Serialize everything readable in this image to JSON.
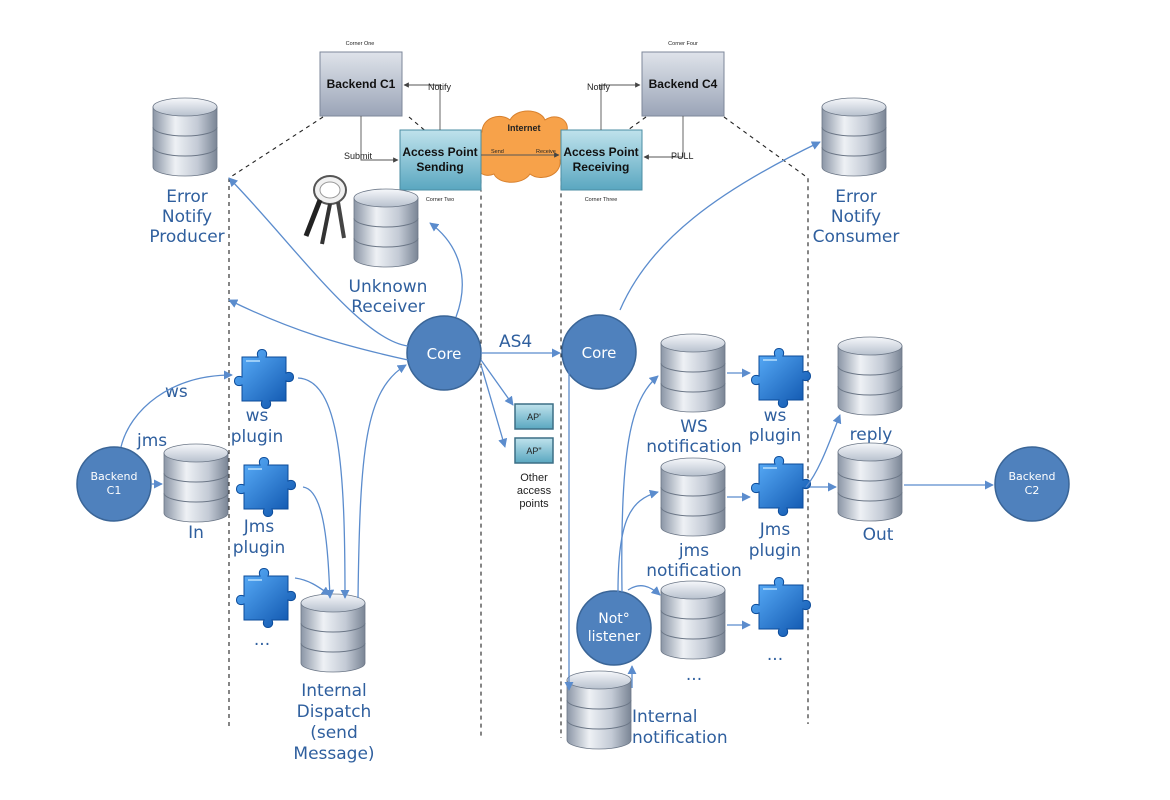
{
  "corners": {
    "backend_c1": "Backend C1",
    "backend_c4": "Backend C4",
    "ap_sending_line1": "Access Point",
    "ap_sending_line2": "Sending",
    "ap_receiving_line1": "Access Point",
    "ap_receiving_line2": "Receiving",
    "internet": "Internet",
    "corner_one": "Corner One",
    "corner_two": "Corner Two",
    "corner_three": "Corner Three",
    "corner_four": "Corner Four",
    "notify_left": "Notify",
    "notify_right": "Notify",
    "submit": "Submit",
    "send": "Send",
    "receive": "Receive",
    "pull": "PULL"
  },
  "nodes": {
    "error_producer": [
      "Error",
      "Notify",
      "Producer"
    ],
    "error_consumer": [
      "Error",
      "Notify",
      "Consumer"
    ],
    "unknown_receiver": [
      "Unknown",
      "Receiver"
    ],
    "core_left": "Core",
    "core_right": "Core",
    "as4": "AS4",
    "backend_c1": [
      "Backend",
      "C1"
    ],
    "backend_c2": [
      "Backend",
      "C2"
    ],
    "ws_edge": "ws",
    "jms_edge": "jms",
    "in": "In",
    "ws_plugin_left": [
      "ws",
      "plugin"
    ],
    "jms_plugin_left": [
      "Jms",
      "plugin"
    ],
    "ellipsis_left": "...",
    "internal_dispatch": [
      "Internal",
      "Dispatch",
      "(send",
      "Message)"
    ],
    "ap_prime": "AP'",
    "ap_double_prime": "AP\"",
    "other_access_points": [
      "Other",
      "access",
      "points"
    ],
    "ws_notification": [
      "WS",
      "notification"
    ],
    "jms_notification": [
      "jms",
      "notification"
    ],
    "ellipsis_notification": "...",
    "ws_plugin_right": [
      "ws",
      "plugin"
    ],
    "jms_plugin_right": [
      "Jms",
      "plugin"
    ],
    "ellipsis_right": "...",
    "not_listener": [
      "Not°",
      "listener"
    ],
    "internal_notification": [
      "Internal",
      "notification"
    ],
    "reply": "reply",
    "out": "Out"
  },
  "colors": {
    "label_blue": "#2f5f9e",
    "circle_blue": "#4f81bd",
    "arrow_blue": "#5b8ccd",
    "box_grey": "#b4bccd",
    "box_teal": "#8fc6d6",
    "cloud_orange": "#f7a24a",
    "puzzle_blue": "#1e73d2"
  }
}
